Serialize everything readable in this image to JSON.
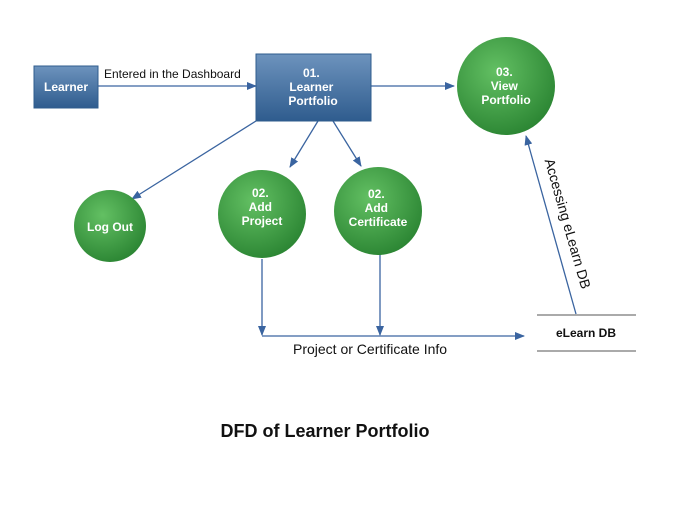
{
  "nodes": {
    "learner": {
      "label": "Learner"
    },
    "learner_portfolio": {
      "label": [
        "01.",
        "Learner",
        "Portfolio"
      ]
    },
    "view_portfolio": {
      "label": [
        "03.",
        "View",
        "Portfolio"
      ]
    },
    "log_out": {
      "label": "Log Out"
    },
    "add_project": {
      "label": [
        "02.",
        "Add",
        "Project"
      ]
    },
    "add_certificate": {
      "label": [
        "02.",
        "Add",
        "Certificate"
      ]
    }
  },
  "data_store": {
    "label": "eLearn DB"
  },
  "edges": {
    "entered_dashboard": "Entered in the Dashboard",
    "project_certificate_info": "Project or Certificate Info",
    "accessing_db": "Accessing eLearn DB"
  },
  "caption": "DFD of Learner Portfolio",
  "colors": {
    "process_blue_top": "#6d93bd",
    "process_blue_bottom": "#2f5c8e",
    "circle_light": "#5cb85c",
    "circle_dark": "#2e8b35",
    "arrow": "#3a64a0",
    "store_line": "#555555"
  }
}
